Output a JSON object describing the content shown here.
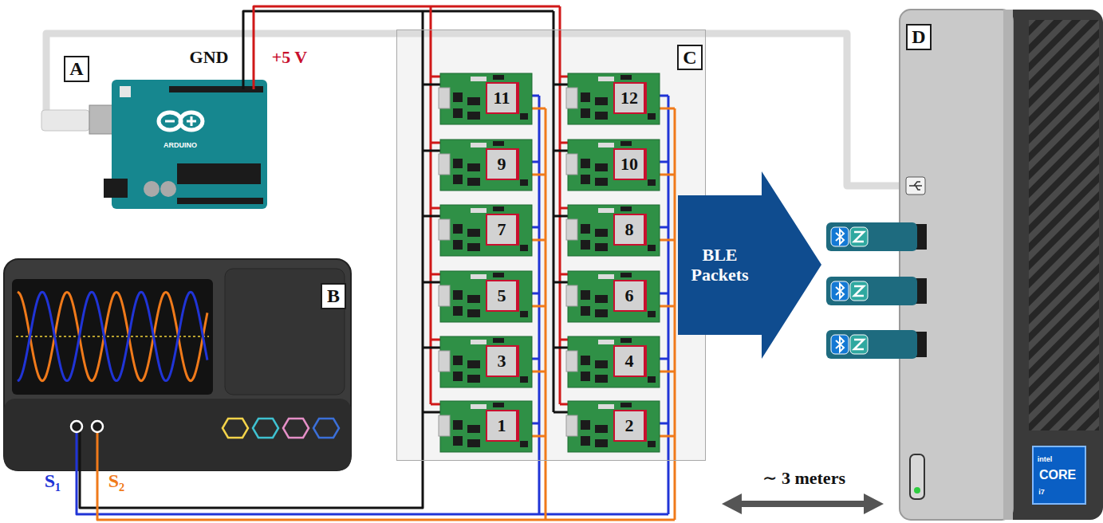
{
  "diagram": {
    "nodes": [
      {
        "text": [
          "A"
        ]
      },
      {
        "text": [
          "B"
        ]
      },
      {
        "text": [
          "C"
        ]
      },
      {
        "text": [
          "11"
        ],
        "in": 2
      },
      {
        "text": [
          "12"
        ],
        "in": 2
      },
      {
        "text": [
          "9"
        ],
        "in": 2
      },
      {
        "text": [
          "10"
        ],
        "in": 2
      },
      {
        "text": [
          "7"
        ],
        "in": 2
      },
      {
        "text": [
          "8"
        ],
        "in": 2
      },
      {
        "text": [
          "5"
        ],
        "in": 2
      },
      {
        "text": [
          "6"
        ],
        "in": 2
      },
      {
        "text": [
          "3"
        ],
        "in": 2
      },
      {
        "text": [
          "4"
        ],
        "in": 2
      },
      {
        "text": [
          "1"
        ],
        "in": 2
      },
      {
        "text": [
          "2"
        ],
        "in": 2
      },
      {
        "text": [
          "BLE Packets"
        ]
      },
      {
        "text": [
          "D"
        ]
      }
    ],
    "labels": [
      "GND",
      "+5 V",
      "ARDUINO",
      "S₁",
      "S₂",
      "∼ 3 meters",
      "intel",
      "CORE",
      "i7"
    ]
  }
}
